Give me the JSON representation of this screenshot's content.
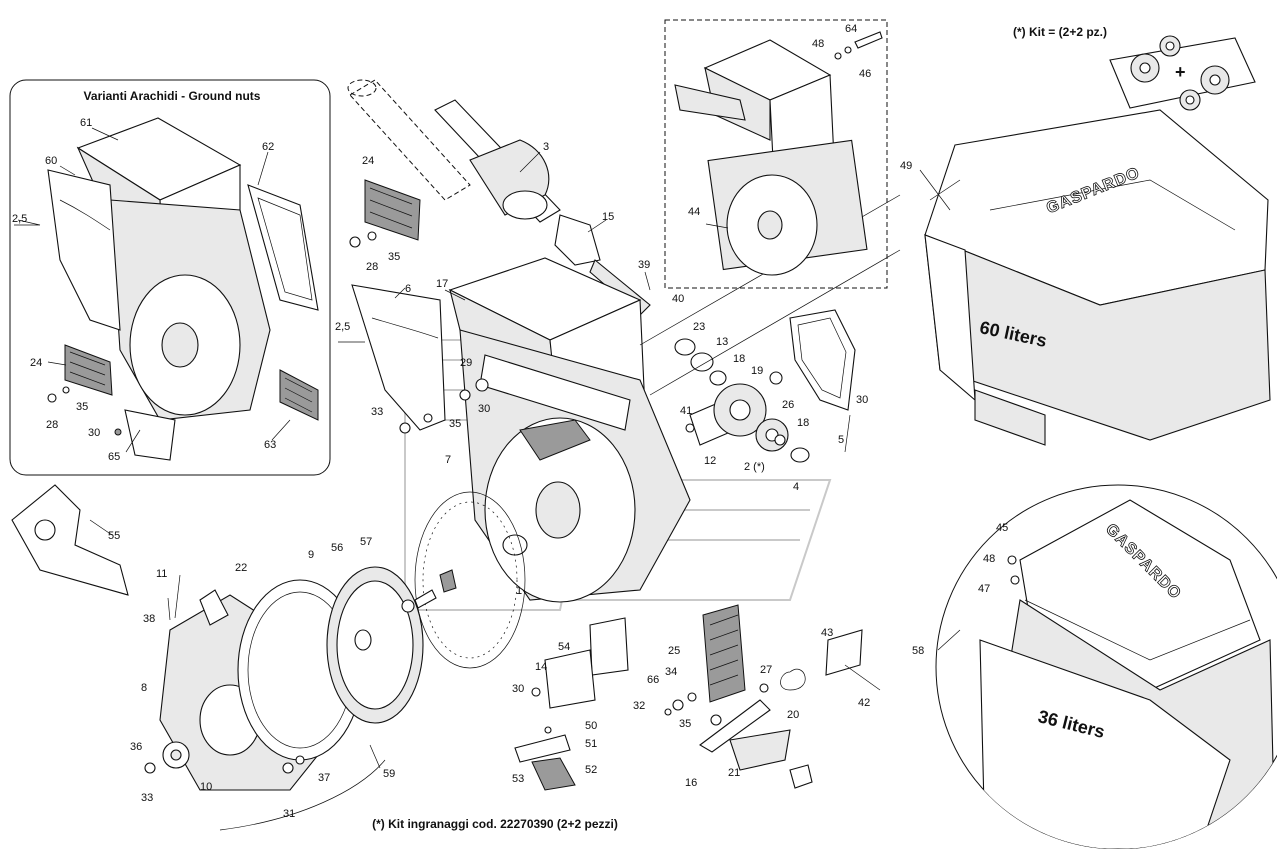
{
  "diagram": {
    "inset_title": "Varianti Arachidi - Ground nuts",
    "kit_top": "(*) Kit = (2+2 pz.)",
    "kit_bottom": "(*) Kit ingranaggi cod. 22270390 (2+2 pezzi)",
    "hopper_large_label": "60 liters",
    "hopper_small_label": "36 liters",
    "brand": "GASPARDO",
    "dim_label": "2,5",
    "callouts": [
      {
        "id": "61",
        "text": "61"
      },
      {
        "id": "60",
        "text": "60"
      },
      {
        "id": "62",
        "text": "62"
      },
      {
        "id": "24a",
        "text": "24"
      },
      {
        "id": "35a",
        "text": "35"
      },
      {
        "id": "28a",
        "text": "28"
      },
      {
        "id": "30a",
        "text": "30"
      },
      {
        "id": "65",
        "text": "65"
      },
      {
        "id": "63",
        "text": "63"
      },
      {
        "id": "3",
        "text": "3"
      },
      {
        "id": "24b",
        "text": "24"
      },
      {
        "id": "28b",
        "text": "28"
      },
      {
        "id": "35b",
        "text": "35"
      },
      {
        "id": "15",
        "text": "15"
      },
      {
        "id": "39",
        "text": "39"
      },
      {
        "id": "6",
        "text": "6"
      },
      {
        "id": "17",
        "text": "17"
      },
      {
        "id": "40",
        "text": "40"
      },
      {
        "id": "23",
        "text": "23"
      },
      {
        "id": "13",
        "text": "13"
      },
      {
        "id": "29",
        "text": "29"
      },
      {
        "id": "18a",
        "text": "18"
      },
      {
        "id": "19",
        "text": "19"
      },
      {
        "id": "26",
        "text": "26"
      },
      {
        "id": "30b",
        "text": "30"
      },
      {
        "id": "33a",
        "text": "33"
      },
      {
        "id": "35c",
        "text": "35"
      },
      {
        "id": "30c",
        "text": "30"
      },
      {
        "id": "41",
        "text": "41"
      },
      {
        "id": "18b",
        "text": "18"
      },
      {
        "id": "7",
        "text": "7"
      },
      {
        "id": "12",
        "text": "12"
      },
      {
        "id": "2",
        "text": "2 (*)"
      },
      {
        "id": "4",
        "text": "4"
      },
      {
        "id": "5",
        "text": "5"
      },
      {
        "id": "64",
        "text": "64"
      },
      {
        "id": "48a",
        "text": "48"
      },
      {
        "id": "46",
        "text": "46"
      },
      {
        "id": "44",
        "text": "44"
      },
      {
        "id": "49",
        "text": "49"
      },
      {
        "id": "55",
        "text": "55"
      },
      {
        "id": "9",
        "text": "9"
      },
      {
        "id": "56",
        "text": "56"
      },
      {
        "id": "57",
        "text": "57"
      },
      {
        "id": "22",
        "text": "22"
      },
      {
        "id": "11",
        "text": "11"
      },
      {
        "id": "38",
        "text": "38"
      },
      {
        "id": "1",
        "text": "1"
      },
      {
        "id": "8",
        "text": "8"
      },
      {
        "id": "54",
        "text": "54"
      },
      {
        "id": "14",
        "text": "14"
      },
      {
        "id": "30d",
        "text": "30"
      },
      {
        "id": "25",
        "text": "25"
      },
      {
        "id": "43",
        "text": "43"
      },
      {
        "id": "27",
        "text": "27"
      },
      {
        "id": "66",
        "text": "66"
      },
      {
        "id": "34",
        "text": "34"
      },
      {
        "id": "32",
        "text": "32"
      },
      {
        "id": "20",
        "text": "20"
      },
      {
        "id": "42",
        "text": "42"
      },
      {
        "id": "35d",
        "text": "35"
      },
      {
        "id": "50",
        "text": "50"
      },
      {
        "id": "51",
        "text": "51"
      },
      {
        "id": "36",
        "text": "36"
      },
      {
        "id": "33b",
        "text": "33"
      },
      {
        "id": "10",
        "text": "10"
      },
      {
        "id": "37",
        "text": "37"
      },
      {
        "id": "31",
        "text": "31"
      },
      {
        "id": "59",
        "text": "59"
      },
      {
        "id": "53",
        "text": "53"
      },
      {
        "id": "52",
        "text": "52"
      },
      {
        "id": "16",
        "text": "16"
      },
      {
        "id": "21",
        "text": "21"
      },
      {
        "id": "45",
        "text": "45"
      },
      {
        "id": "48b",
        "text": "48"
      },
      {
        "id": "47",
        "text": "47"
      },
      {
        "id": "58",
        "text": "58"
      }
    ]
  }
}
